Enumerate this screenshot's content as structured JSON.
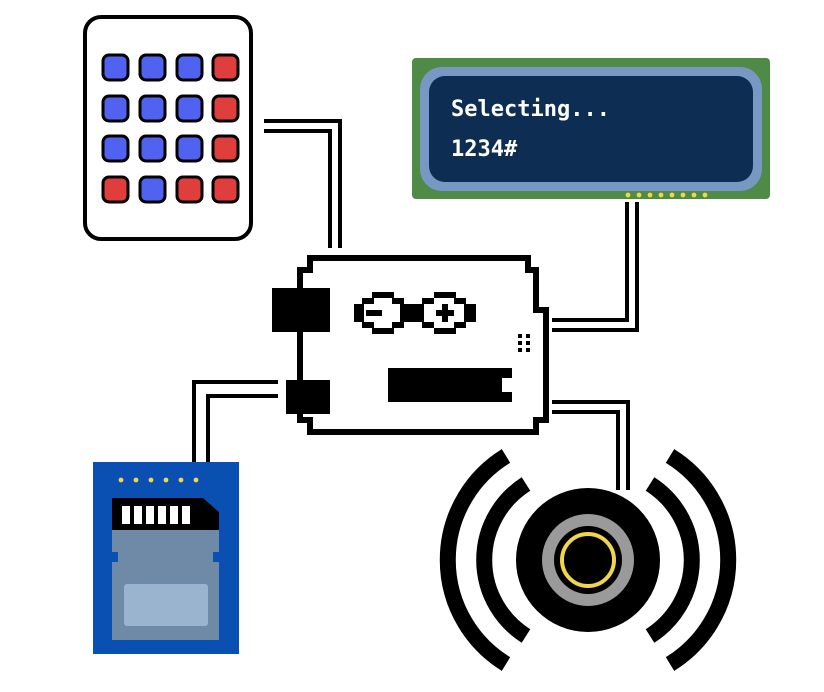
{
  "lcd": {
    "line1": "Selecting...",
    "line2": "1234#"
  },
  "keypad": {
    "rows": 4,
    "cols": 4,
    "keys": [
      [
        "blue",
        "blue",
        "blue",
        "red"
      ],
      [
        "blue",
        "blue",
        "blue",
        "red"
      ],
      [
        "blue",
        "blue",
        "blue",
        "red"
      ],
      [
        "red",
        "blue",
        "red",
        "red"
      ]
    ]
  },
  "colors": {
    "key_blue": "#4f63f0",
    "key_red": "#e03d3d",
    "lcd_board": "#4f8a47",
    "lcd_bezel": "#7898c4",
    "lcd_screen": "#0d2d52",
    "lcd_text": "#ffffff",
    "pin_yellow": "#f1d54a",
    "sd_board": "#0a4fb2",
    "sd_card": "#6e8aa6",
    "sd_label": "#9ab4d0",
    "speaker_ring_grey": "#9a9a9a",
    "speaker_ring_yellow": "#f1d54a",
    "line": "#000000"
  },
  "components": {
    "keypad": "keypad-icon",
    "lcd": "lcd-display-icon",
    "microcontroller": "arduino-board-icon",
    "sd_card": "sd-card-module-icon",
    "speaker": "speaker-icon"
  }
}
